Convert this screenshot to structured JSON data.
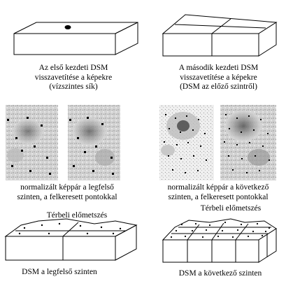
{
  "captions": {
    "top_left": [
      "Az első kezdeti DSM",
      "visszavetítése a képekre",
      "(vízszintes sík)"
    ],
    "top_right": [
      "A második kezdeti DSM",
      "visszavetítése a képekre",
      "(DSM az előző szintről)"
    ],
    "middle_left": [
      "normalizált képpár a legfelső",
      "szinten, a felkeresett pontokkal"
    ],
    "middle_right": [
      "normalizált képpár a következő",
      "szinten, a felkeresett pontokkal"
    ],
    "bottom_left_label": "Térbeli előmetszés",
    "bottom_right_label": "Térbeli előmetszés",
    "bottom_left": "DSM a legfelső szinten",
    "bottom_right": "DSM a következő szinten"
  }
}
